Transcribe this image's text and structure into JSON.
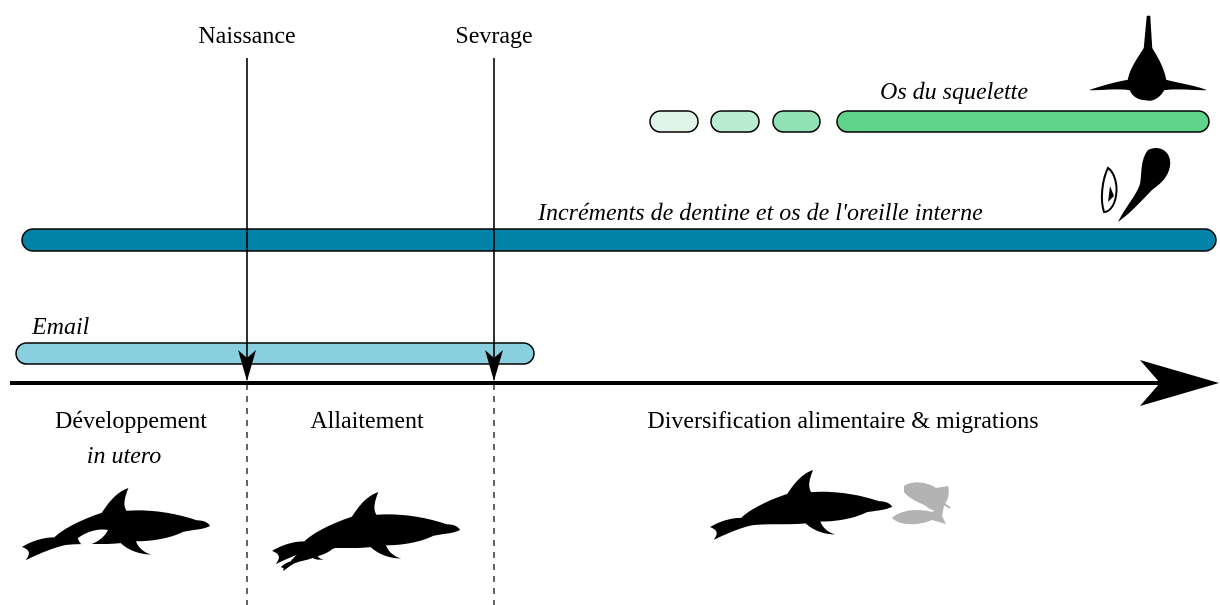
{
  "markers": {
    "birth": "Naissance",
    "weaning": "Sevrage"
  },
  "tissues": {
    "bone": "Os du squelette",
    "dentine": "Incréments de dentine et os de l'oreille interne",
    "enamel": "Email"
  },
  "phases": {
    "in_utero_line1": "Développement",
    "in_utero_line2": "in utero",
    "lactation": "Allaitement",
    "diversification": "Diversification alimentaire & migrations"
  },
  "colors": {
    "bone_bar": "#5fd38a",
    "bone_pill_1": "#dff5ea",
    "bone_pill_2": "#b9ecd1",
    "bone_pill_3": "#93e2b6",
    "dentine_bar": "#0083a6",
    "enamel_bar": "#89cfe0",
    "silhouette": "#000000",
    "prey": "#b3b3b3"
  },
  "icons": {
    "bone": "vertebra-icon",
    "dentine": "tooth-and-ear-bone-icon",
    "in_utero": "pregnant-dolphin-icon",
    "lactation": "dolphin-with-calf-icon",
    "diversification": "dolphin-icon",
    "prey": "squid-and-fish-icon"
  }
}
